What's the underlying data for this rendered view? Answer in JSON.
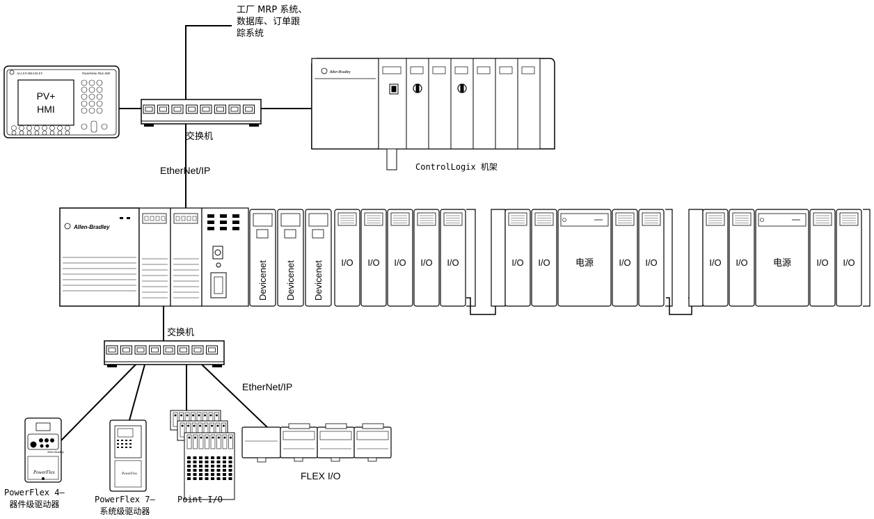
{
  "labels": {
    "mrp": "工厂 MRP 系统、\n数据库、订单跟\n踪系统",
    "switch_top": "交换机",
    "switch_bottom": "交换机",
    "ethernet_top": "EtherNet/IP",
    "ethernet_bottom": "EtherNet/IP",
    "controllogix": "ControlLogix 机架",
    "hmi_line1": "PV+",
    "hmi_line2": "HMI",
    "powerflex4": "PowerFlex 4—\n器件级驱动器",
    "powerflex7": "PowerFlex 7—\n系统级驱动器",
    "point_io": "Point I/O",
    "flex_io": "FLEX I/O",
    "allen_bradley": "Allen-Bradley",
    "allen_bradley_hmi": "ALLEN-BRADLEY",
    "panelview_brand": "PanelView Plus 600",
    "powerflex_brand": "PowerFlex"
  },
  "chassis": {
    "devicenet": [
      "Devicenet",
      "Devicenet",
      "Devicenet"
    ],
    "io_main": [
      "I/O",
      "I/O",
      "I/O",
      "I/O",
      "I/O"
    ],
    "exp1": [
      "I/O",
      "I/O",
      "电源",
      "I/O",
      "I/O"
    ],
    "exp2": [
      "I/O",
      "I/O",
      "电源",
      "I/O",
      "I/O"
    ]
  }
}
